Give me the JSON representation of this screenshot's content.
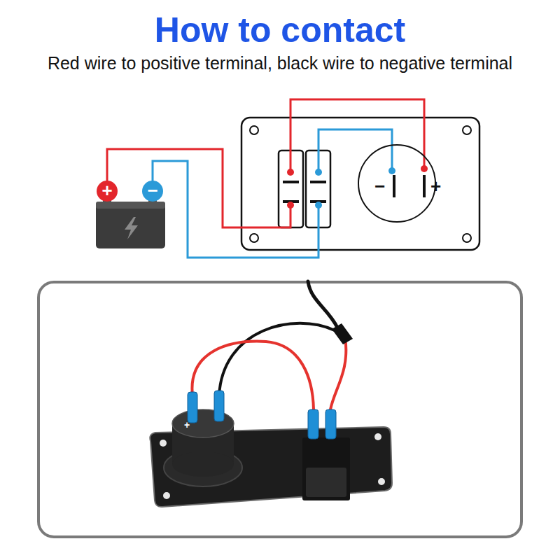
{
  "diagram": {
    "title": "How to contact",
    "caption": "Red wire to positive terminal, black wire to negative terminal",
    "nodes": [
      {
        "text": [
          "+"
        ]
      },
      {
        "text": [
          "−"
        ]
      },
      {
        "text": [
          "−",
          "+"
        ]
      }
    ],
    "labels": [
      "+"
    ]
  }
}
